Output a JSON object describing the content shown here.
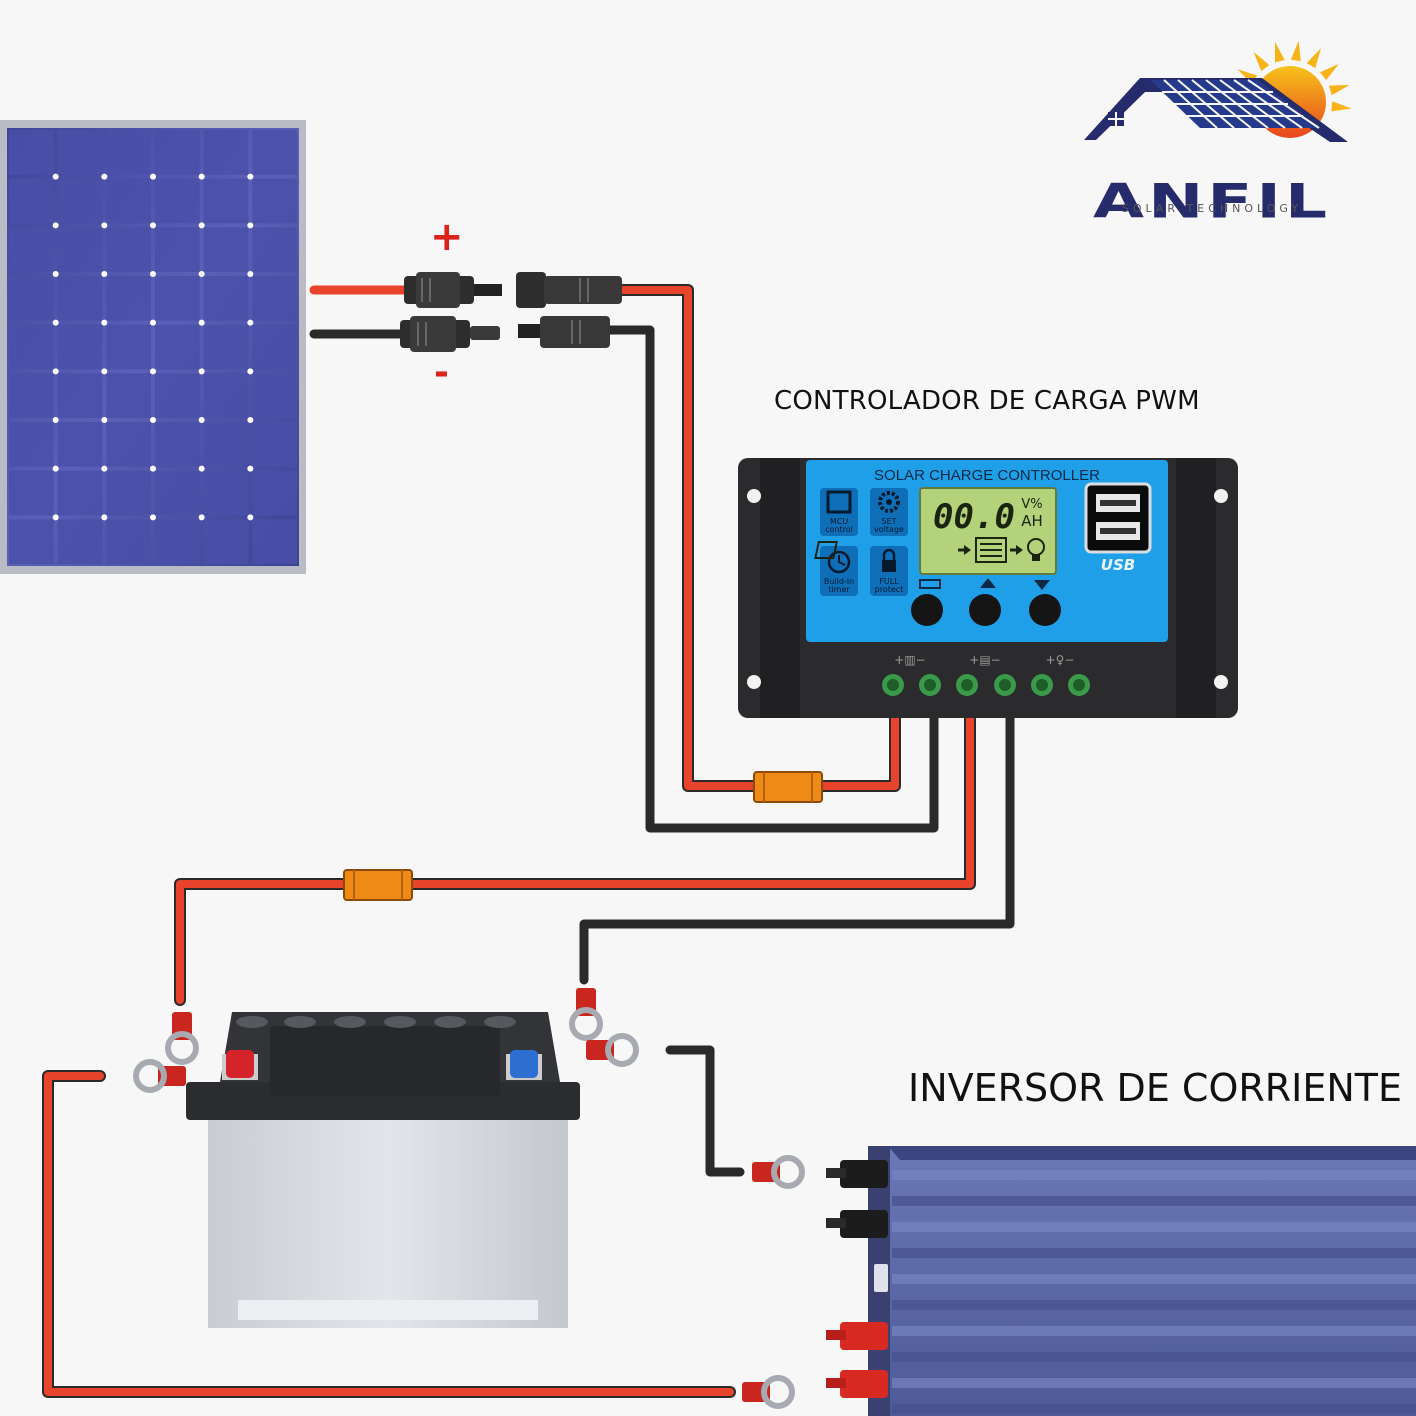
{
  "labels": {
    "controller": "CONTROLADOR DE CARGA PWM",
    "inverter": "INVERSOR DE CORRIENTE",
    "plus": "+",
    "minus": "-"
  },
  "logo": {
    "brand": "ANFIL",
    "tagline": "SOLAR TECHNOLOGY"
  },
  "controller": {
    "header": "SOLAR CHARGE CONTROLLER",
    "lcd_value": "00.0",
    "lcd_unit_top": "V%",
    "lcd_unit_bottom": "AH",
    "usb_label": "USB",
    "features": [
      {
        "line1": "MCU",
        "line2": "control"
      },
      {
        "line1": "SET",
        "line2": "voltage"
      },
      {
        "line1": "Build-in",
        "line2": "timer"
      },
      {
        "line1": "FULL",
        "line2": "protect"
      }
    ]
  },
  "colors": {
    "positive_wire": "#e8432b",
    "negative_wire": "#2a2a2a",
    "fuse": "#f08a17",
    "controller_screen": "#1f9fe8",
    "panel_cell": "#4a50a8",
    "inverter_body": "#5b67a8",
    "brand_navy": "#252b6b",
    "sun_orange": "#f28a1c"
  },
  "icons": [
    "solar-panel-icon",
    "battery-icon",
    "bulb-icon",
    "gear-icon",
    "clock-icon",
    "lock-icon",
    "chip-icon",
    "usb-icon"
  ]
}
